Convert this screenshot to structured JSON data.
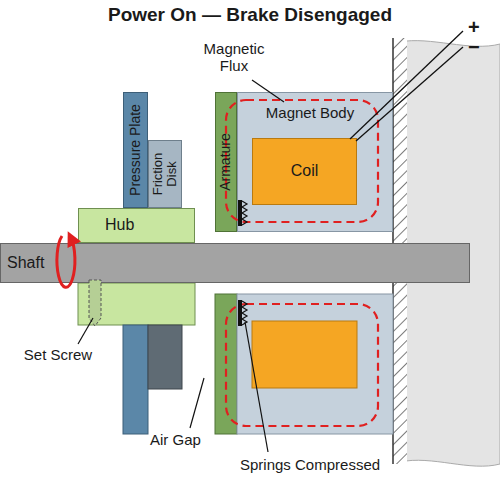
{
  "diagram": {
    "title": "Power On — Brake Disengaged",
    "nodes": [
      {
        "text": [
          "Shaft"
        ]
      },
      {
        "text": [
          "Hub"
        ]
      },
      {
        "text": [
          "Pressure Plate"
        ]
      },
      {
        "text": [
          "Friction Disk"
        ]
      },
      {
        "text": [
          "Armature"
        ]
      },
      {
        "text": [
          "Magnet Body"
        ]
      },
      {
        "text": [
          "Coil"
        ],
        "in": 5
      }
    ],
    "labels": [
      "Magnetic Flux",
      "+",
      "−",
      "Set Screw",
      "Air Gap",
      "Springs Compressed"
    ]
  }
}
